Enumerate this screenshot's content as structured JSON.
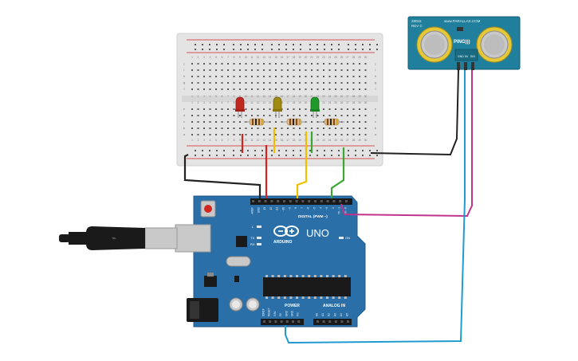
{
  "sensor": {
    "brand": "www.PARALLAX.COM",
    "model": "28015",
    "rev": "REV C",
    "name": "PING)))"
  },
  "arduino": {
    "uno": "UNO",
    "brand": "ARDUINO",
    "digital_label": "DIGITAL (PWM ~)",
    "power_label": "POWER",
    "analog_label": "ANALOG IN",
    "on_label": "ON",
    "led_labels": [
      "L",
      "TX",
      "RX"
    ],
    "top_pin_labels": [
      "AREF",
      "GND",
      "13",
      "12",
      "~11",
      "~10",
      "~9",
      "8",
      "7",
      "~6",
      "~5",
      "4",
      "~3",
      "2",
      "TX→1",
      "RX←0"
    ],
    "power_pin_labels": [
      "IOREF",
      "RESET",
      "3.3V",
      "5V",
      "GND",
      "GND",
      "Vin"
    ],
    "analog_pin_labels": [
      "A0",
      "A1",
      "A2",
      "A3",
      "A4",
      "A5"
    ]
  },
  "breadboard": {
    "row_letters_top": [
      "j",
      "i",
      "h",
      "g",
      "f"
    ],
    "row_letters_bottom": [
      "e",
      "d",
      "c",
      "b",
      "a"
    ],
    "column_numbers": [
      "1",
      "2",
      "3",
      "4",
      "5",
      "6",
      "7",
      "8",
      "9",
      "10",
      "11",
      "12",
      "13",
      "14",
      "15",
      "16",
      "17",
      "18",
      "19",
      "20",
      "21",
      "22",
      "23",
      "24",
      "25",
      "26",
      "27",
      "28",
      "29",
      "30"
    ]
  },
  "leds": [
    {
      "color_name": "red",
      "color": "#c0281f"
    },
    {
      "color_name": "yellow",
      "color": "#a08a10"
    },
    {
      "color_name": "green",
      "color": "#1f9a2a"
    }
  ],
  "colors": {
    "board": "#2a6fa8",
    "board_edge": "#1f5a8c",
    "breadboard": "#e4e4e4",
    "sensor_board": "#1f7f9c",
    "wire_black": "#222222",
    "wire_red": "#d0261f",
    "wire_yellow": "#f0c000",
    "wire_green": "#3aa832",
    "wire_magenta": "#c0348c",
    "wire_cyan": "#1f9bd0"
  }
}
